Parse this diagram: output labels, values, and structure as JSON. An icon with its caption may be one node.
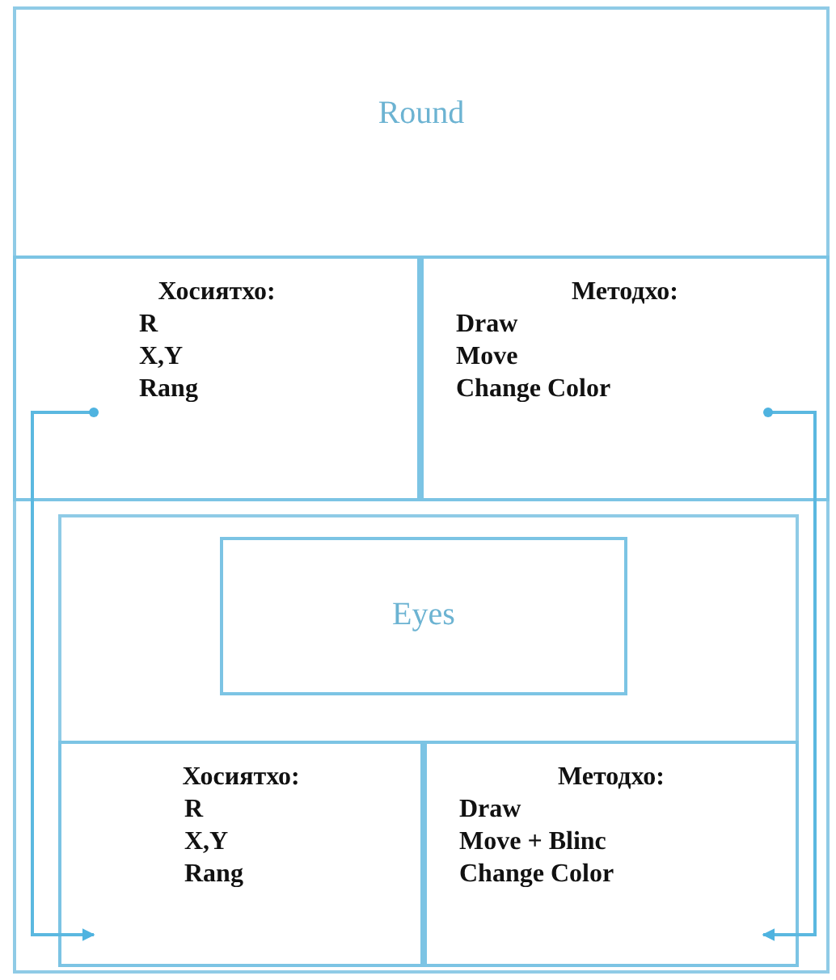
{
  "diagram": {
    "nodes": [
      {
        "text": [
          "Round"
        ]
      },
      {
        "text": [
          "Хосиятхо:",
          "R",
          "X,Y",
          "Rang"
        ],
        "in": 0
      },
      {
        "text": [
          "Методхо:",
          "Draw",
          "Move",
          "Change Color"
        ],
        "in": 0
      },
      {
        "text": [],
        "shape": "box",
        "in": 0
      },
      {
        "text": [
          "Eyes"
        ],
        "in": 3
      },
      {
        "text": [
          "Хосиятхо:",
          "R",
          "X,Y",
          "Rang"
        ],
        "in": 3
      },
      {
        "text": [
          "Методхо:",
          "Draw",
          "Move + Blinc",
          "Change Color"
        ],
        "in": 3
      }
    ],
    "edges": [
      {
        "from": 1,
        "to": 5,
        "arrow": "to"
      },
      {
        "from": 2,
        "to": 6,
        "arrow": "to"
      }
    ]
  }
}
